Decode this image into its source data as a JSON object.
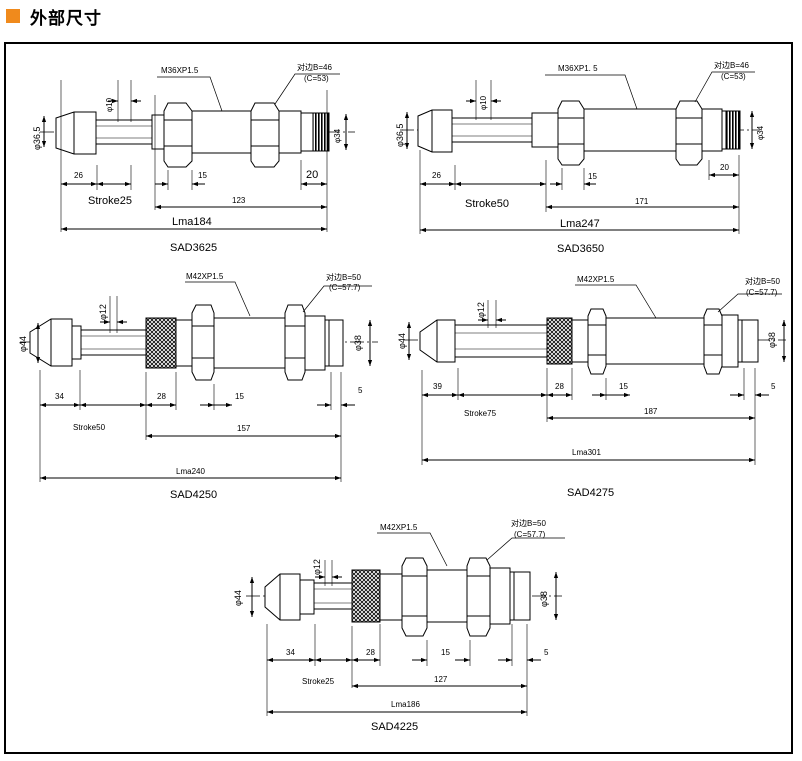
{
  "header": {
    "title": "外部尺寸",
    "accent_color": "#f08a1c"
  },
  "drawings": [
    {
      "model": "SAD3625",
      "thread": "M36XP1.5",
      "across_flats": "对边B=46",
      "corner": "(C=53)",
      "dia_head": "φ36.5",
      "dia_rod": "φ10",
      "dia_body": "φ34",
      "dim_head": "26",
      "dim_nut": "15",
      "dim_end": "20",
      "dim_body": "123",
      "stroke": "Stroke25",
      "lma": "Lma184"
    },
    {
      "model": "SAD3650",
      "thread": "M36XP1. 5",
      "across_flats": "对边B=46",
      "corner": "(C=53)",
      "dia_head": "φ36.5",
      "dia_rod": "φ10",
      "dia_body": "φ34",
      "dim_head": "26",
      "dim_nut": "15",
      "dim_end": "20",
      "dim_body": "171",
      "stroke": "Stroke50",
      "lma": "Lma247"
    },
    {
      "model": "SAD4250",
      "thread": "M42XP1.5",
      "across_flats": "对边B=50",
      "corner": "(C=57.7)",
      "dia_head": "φ44",
      "dia_rod": "φ12",
      "dia_body": "φ38",
      "dim_head": "34",
      "dim_knurl": "28",
      "dim_nut": "15",
      "dim_end": "5",
      "dim_body": "157",
      "stroke": "Stroke50",
      "lma": "Lma240"
    },
    {
      "model": "SAD4275",
      "thread": "M42XP1.5",
      "across_flats": "对边B=50",
      "corner": "(C=57.7)",
      "dia_head": "φ44",
      "dia_rod": "φ12",
      "dia_body": "φ38",
      "dim_head": "39",
      "dim_knurl": "28",
      "dim_nut": "15",
      "dim_end": "5",
      "dim_body": "187",
      "stroke": "Stroke75",
      "lma": "Lma301"
    },
    {
      "model": "SAD4225",
      "thread": "M42XP1.5",
      "across_flats": "对边B=50",
      "corner": "(C=57.7)",
      "dia_head": "φ44",
      "dia_rod": "φ12",
      "dia_body": "φ38",
      "dim_head": "34",
      "dim_knurl": "28",
      "dim_nut": "15",
      "dim_end": "5",
      "dim_body": "127",
      "stroke": "Stroke25",
      "lma": "Lma186"
    }
  ]
}
